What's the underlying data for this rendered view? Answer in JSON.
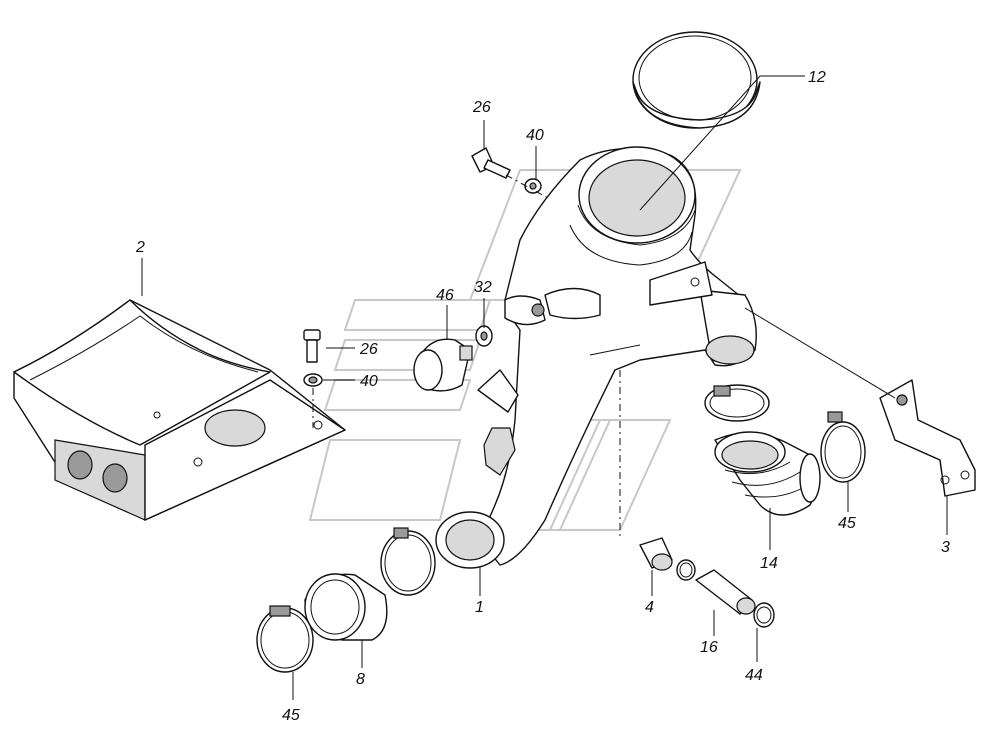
{
  "callouts": {
    "part_1": "1",
    "part_2": "2",
    "part_3": "3",
    "part_4": "4",
    "part_8": "8",
    "part_12": "12",
    "part_14": "14",
    "part_16": "16",
    "part_26_top": "26",
    "part_26_left": "26",
    "part_32": "32",
    "part_40_top": "40",
    "part_40_left": "40",
    "part_44": "44",
    "part_45_right": "45",
    "part_45_bottom": "45",
    "part_46": "46"
  }
}
